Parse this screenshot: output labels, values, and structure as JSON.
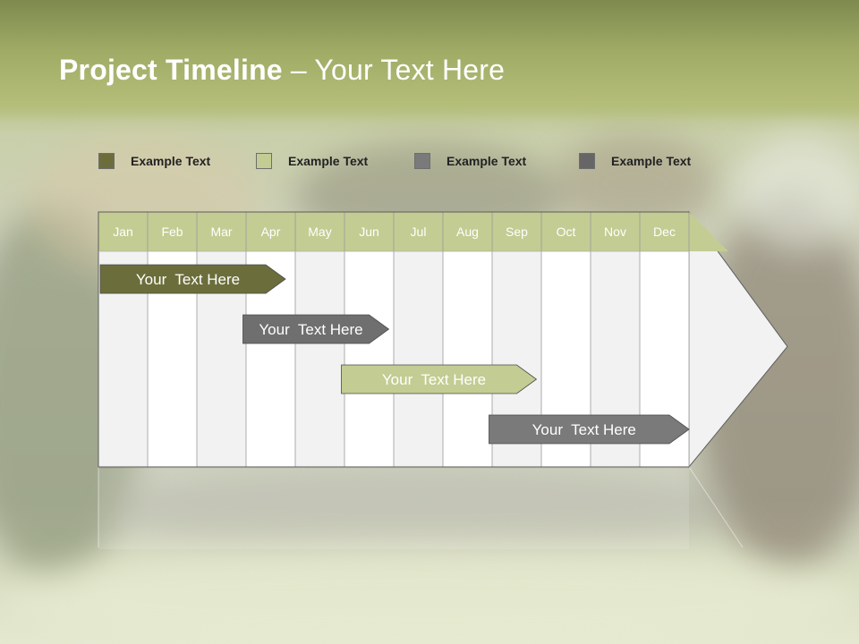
{
  "title": {
    "bold": "Project Timeline",
    "rest": " – Your Text Here"
  },
  "legend": [
    {
      "label": "Example Text",
      "color": "#6b6e3b"
    },
    {
      "label": "Example Text",
      "color": "#c3cc92"
    },
    {
      "label": "Example Text",
      "color": "#7a7a7a"
    },
    {
      "label": "Example Text",
      "color": "#666666"
    }
  ],
  "chart_data": {
    "type": "timeline",
    "months": [
      "Jan",
      "Feb",
      "Mar",
      "Apr",
      "May",
      "Jun",
      "Jul",
      "Aug",
      "Sep",
      "Oct",
      "Nov",
      "Dec"
    ],
    "tasks": [
      {
        "label": "Your  Text Here",
        "start_month": 0.0,
        "end_month": 3.8,
        "color": "#6b6e3b"
      },
      {
        "label": "Your  Text Here",
        "start_month": 2.9,
        "end_month": 5.9,
        "color": "#6f6f6f"
      },
      {
        "label": "Your  Text Here",
        "start_month": 4.9,
        "end_month": 8.9,
        "color": "#c3cc92"
      },
      {
        "label": "Your  Text Here",
        "start_month": 7.9,
        "end_month": 12.0,
        "color": "#7a7a7a"
      }
    ]
  }
}
